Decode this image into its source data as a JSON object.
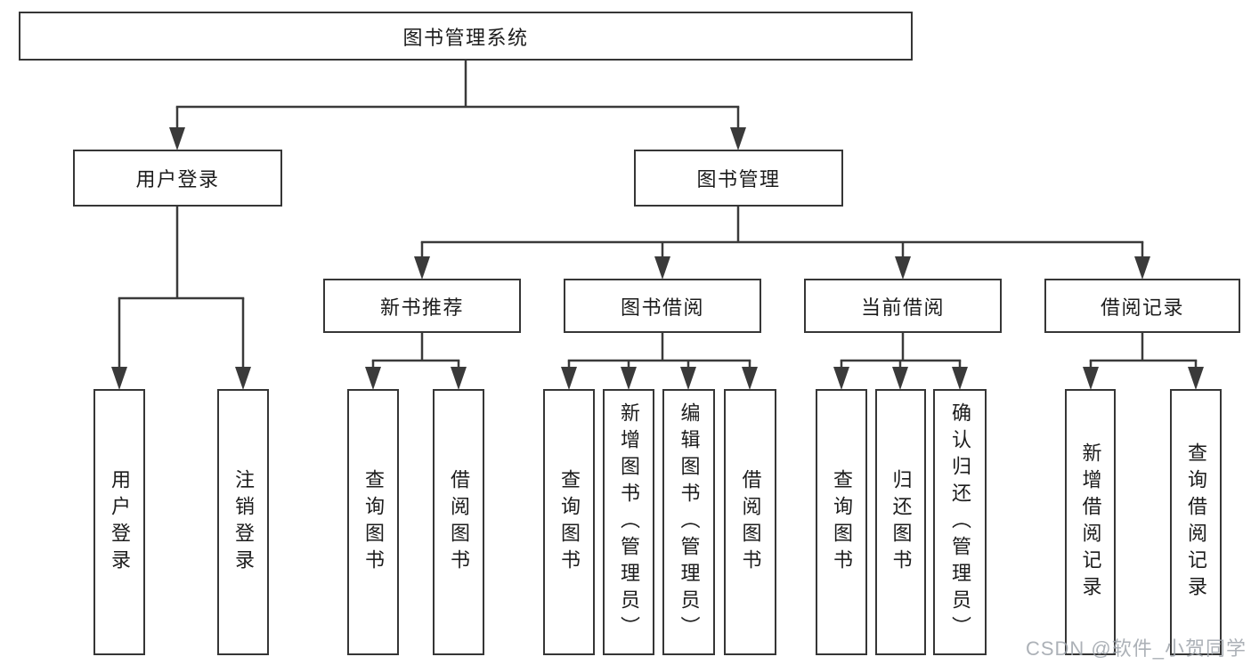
{
  "tree": {
    "label": "图书管理系统",
    "children": [
      {
        "label": "用户登录",
        "children": [
          {
            "label": "用户登录"
          },
          {
            "label": "注销登录"
          }
        ]
      },
      {
        "label": "图书管理",
        "children": [
          {
            "label": "新书推荐",
            "children": [
              {
                "label": "查询图书"
              },
              {
                "label": "借阅图书"
              }
            ]
          },
          {
            "label": "图书借阅",
            "children": [
              {
                "label": "查询图书"
              },
              {
                "label": "新增图书（管理员）"
              },
              {
                "label": "编辑图书（管理员）"
              },
              {
                "label": "借阅图书"
              }
            ]
          },
          {
            "label": "当前借阅",
            "children": [
              {
                "label": "查询图书"
              },
              {
                "label": "归还图书"
              },
              {
                "label": "确认归还（管理员）"
              }
            ]
          },
          {
            "label": "借阅记录",
            "children": [
              {
                "label": "新增借阅记录"
              },
              {
                "label": "查询借阅记录"
              }
            ]
          }
        ]
      }
    ]
  },
  "watermark": "CSDN @软件_小贺同学",
  "colors": {
    "line": "#3a3a3a",
    "box_border": "#363636",
    "text": "#1c1c1c",
    "watermark": "#9ea3aa",
    "background": "#ffffff"
  }
}
